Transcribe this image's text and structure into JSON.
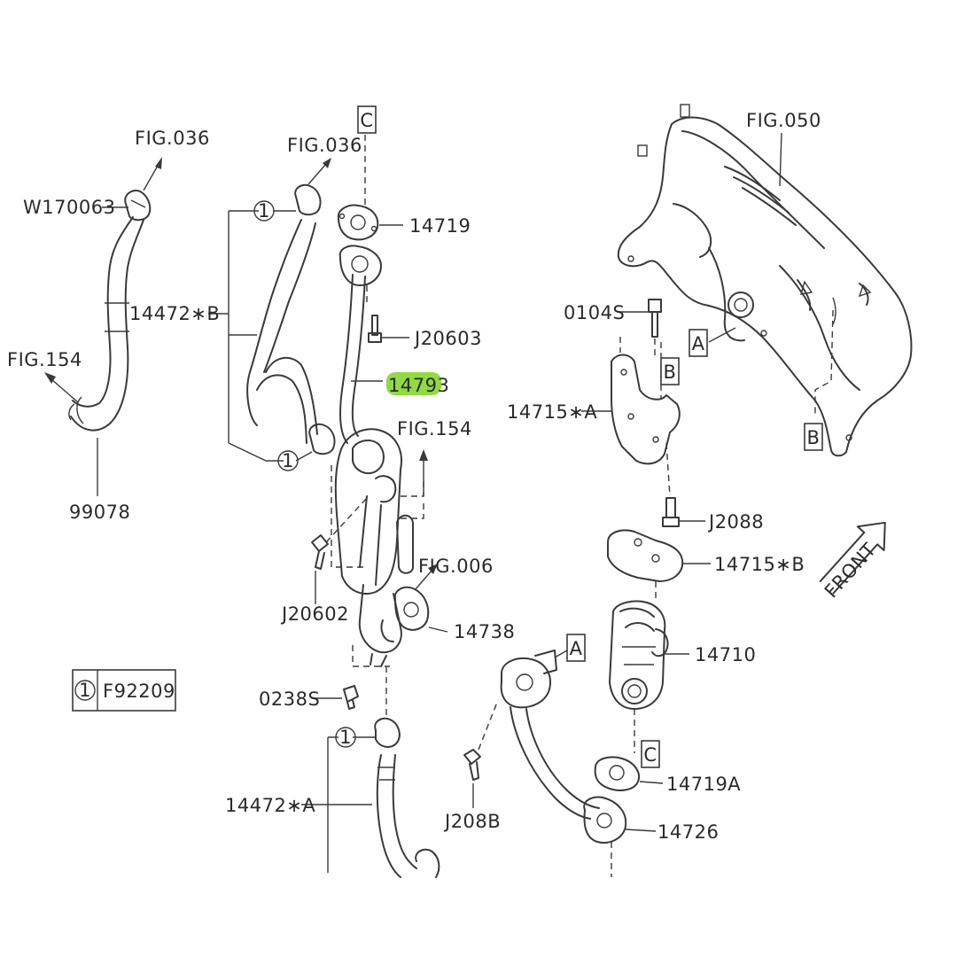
{
  "highlight_color": "#7ed321",
  "line_color": "#3a3a3a",
  "background": "#ffffff",
  "labels": {
    "fig036_left": "FIG.036",
    "fig036_mid": "FIG.036",
    "fig050": "FIG.050",
    "fig154_left": "FIG.154",
    "fig154_mid": "FIG.154",
    "fig006": "FIG.006",
    "w170063": "W170063",
    "p14472b": "14472∗B",
    "p14472a": "14472∗A",
    "p99078": "99078",
    "p14719": "14719",
    "p14719a": "14719A",
    "j20603": "J20603",
    "j20602": "J20602",
    "p14793": "14793",
    "p14738": "14738",
    "p0238s": "0238S",
    "p0104s": "0104S",
    "p14715a": "14715∗A",
    "p14715b": "14715∗B",
    "j2088": "J2088",
    "j208b": "J208B",
    "p14710": "14710",
    "p14726": "14726",
    "front": "FRONT",
    "ref_a_top": "A",
    "ref_a_bottom": "A",
    "ref_b_bracket": "B",
    "ref_b_manifold": "B",
    "ref_c_top": "C",
    "ref_c_bottom": "C",
    "legend_num": "1",
    "legend_code": "F92209",
    "circle_1a": "1",
    "circle_1b": "1",
    "circle_1c": "1"
  }
}
